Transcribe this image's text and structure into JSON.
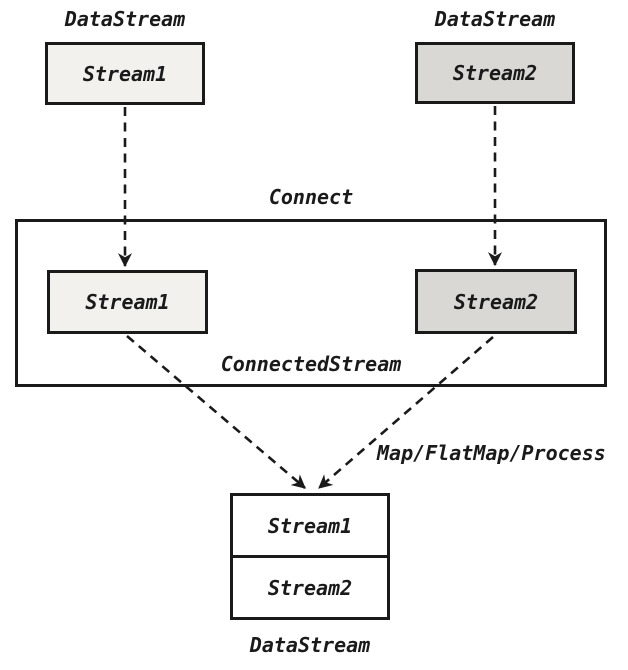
{
  "diagram": {
    "sources": [
      {
        "type_label": "DataStream",
        "name": "Stream1"
      },
      {
        "type_label": "DataStream",
        "name": "Stream2"
      }
    ],
    "connect_group": {
      "operation_label": "Connect",
      "boxes": [
        "Stream1",
        "Stream2"
      ],
      "result_label": "ConnectedStream"
    },
    "transform_label": "Map/FlatMap/Process",
    "output": {
      "cells": [
        "Stream1",
        "Stream2"
      ],
      "type_label": "DataStream"
    },
    "colors": {
      "stream1_fill": "#f2f1ee",
      "stream2_fill": "#d9d8d5",
      "line": "#1a1a1a",
      "background": "#ffffff"
    }
  }
}
